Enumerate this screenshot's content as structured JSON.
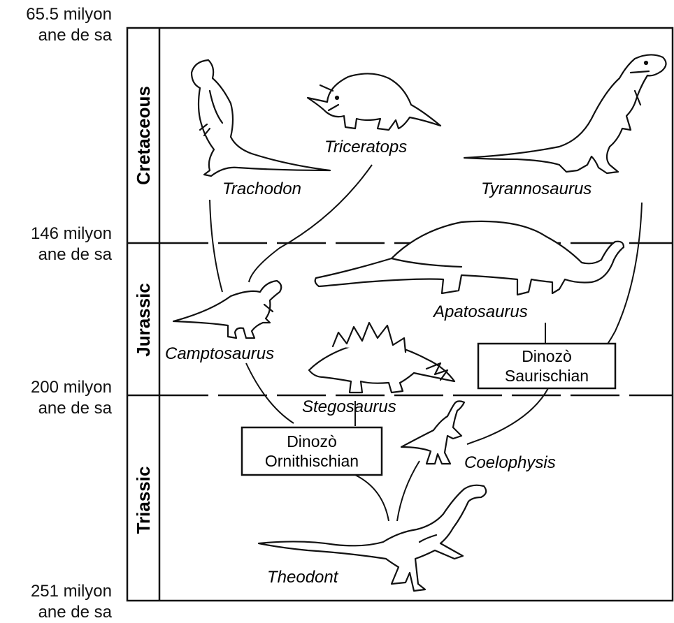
{
  "time_markers": [
    {
      "line1": "65.5 milyon",
      "line2": "ane de sa"
    },
    {
      "line1": "146 milyon",
      "line2": "ane de sa"
    },
    {
      "line1": "200 milyon",
      "line2": "ane de sa"
    },
    {
      "line1": "251 milyon",
      "line2": "ane de sa"
    }
  ],
  "periods": {
    "cretaceous": "Cretaceous",
    "jurassic": "Jurassic",
    "triassic": "Triassic"
  },
  "dinosaurs": {
    "trachodon": "Trachodon",
    "triceratops": "Triceratops",
    "tyrannosaurus": "Tyrannosaurus",
    "camptosaurus": "Camptosaurus",
    "apatosaurus": "Apatosaurus",
    "stegosaurus": "Stegosaurus",
    "coelophysis": "Coelophysis",
    "theodont": "Theodont"
  },
  "groups": {
    "saurischian": {
      "line1": "Dinozò",
      "line2": "Saurischian"
    },
    "ornithischian": {
      "line1": "Dinozò",
      "line2": "Ornithischian"
    }
  }
}
